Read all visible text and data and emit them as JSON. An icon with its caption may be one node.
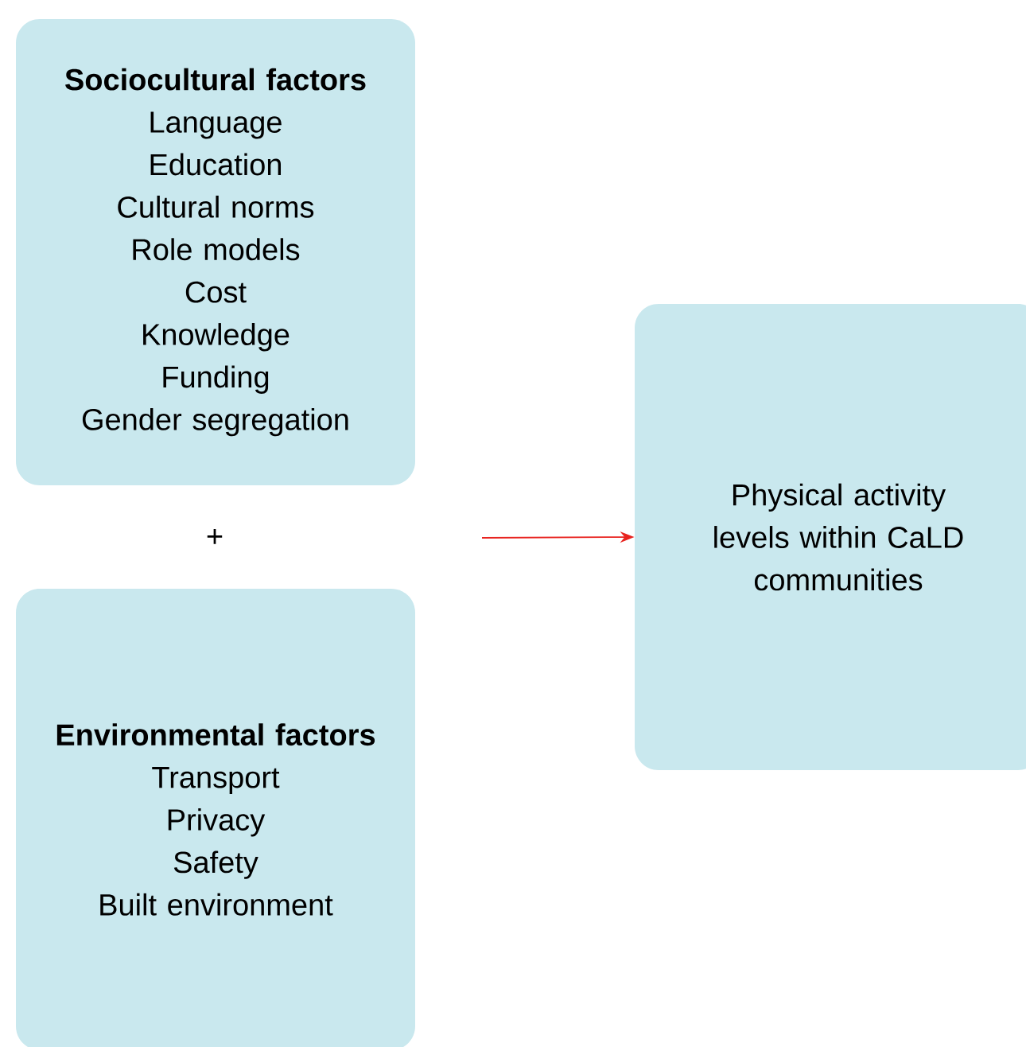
{
  "diagram": {
    "nodes": [
      {
        "text": [
          "Sociocultural factors",
          "Language",
          "Education",
          "Cultural norms",
          "Role models",
          "Cost",
          "Knowledge",
          "Funding",
          "Gender segregation"
        ]
      },
      {
        "text": [
          "Environmental factors",
          "Transport",
          "Privacy",
          "Safety",
          "Built environment"
        ]
      },
      {
        "text": [
          "Physical activity levels within CaLD communities"
        ]
      }
    ],
    "edges": [
      {
        "from": null,
        "to": 2,
        "arrow": "to",
        "color": "#e8231f"
      }
    ],
    "labels": [
      "+"
    ]
  }
}
